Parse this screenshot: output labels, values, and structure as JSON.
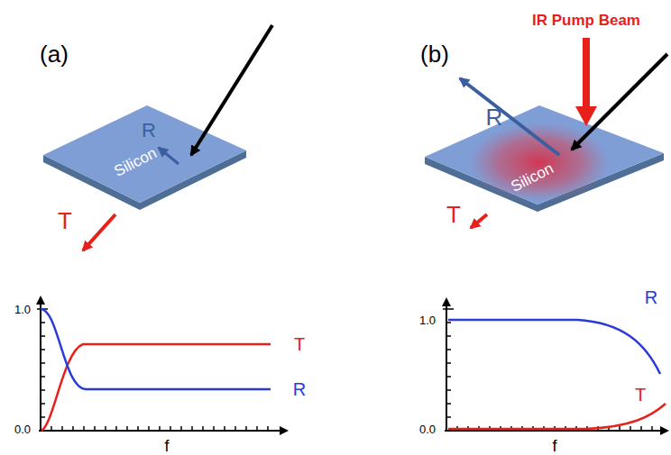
{
  "diagram": {
    "nodes": [
      {
        "text": [
          "Silicon"
        ]
      },
      {
        "text": [
          "Silicon"
        ]
      }
    ],
    "labels": [
      "(a)",
      "R",
      "T",
      "1.0",
      "0.0",
      "f",
      "T",
      "R",
      "(b)",
      "IR Pump Beam",
      "R",
      "T",
      "1.0",
      "0.0",
      "f",
      "R",
      "T"
    ]
  }
}
